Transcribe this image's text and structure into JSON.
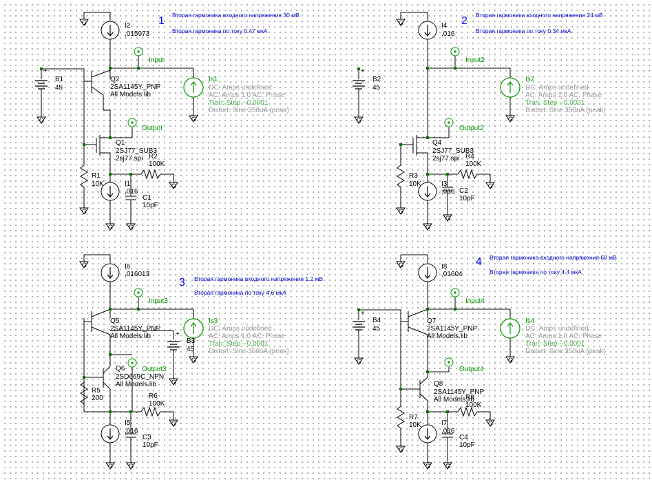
{
  "gnd_label": "G",
  "circuits": [
    {
      "number": "1",
      "note1": "Вторая гармоника входного напряжения 30 мВ",
      "note2": "Вторая гармоника по току 0.47 мкА",
      "input_net": "Input",
      "output_net": "Output",
      "battery": {
        "name": "B1",
        "value": "45"
      },
      "bias_current": {
        "name": "I2",
        "value": ",015973"
      },
      "q_top": {
        "name": "Q2",
        "part": "2SA1145Y_PNP",
        "lib": "All Models.lib"
      },
      "q_bottom": {
        "name": "Q1",
        "part": "2SJ77_SUB3",
        "lib": "2sj77.spi"
      },
      "r_left": {
        "name": "R1",
        "value": "10K"
      },
      "r_load": {
        "name": "R2",
        "value": "100K"
      },
      "i_bottom": {
        "name": "I1",
        "value": ",016"
      },
      "cap": {
        "name": "C1",
        "value": "10pF"
      },
      "source": {
        "name": "Is1",
        "dc": "DC: Amps undefined",
        "ac": "AC: Amps  1,0  AC: Phase",
        "tran": "Tran: Step  --0.0001",
        "distort": "Distort: Sine  350uA (peak)"
      }
    },
    {
      "number": "2",
      "note1": "Вторая гармоника  входного напряжения 24 мВ",
      "note2": "Вторая гармоника по току 0.34 мкА",
      "input_net": "Input2",
      "output_net": "Output2",
      "battery": {
        "name": "B2",
        "value": "45"
      },
      "bias_current": {
        "name": "I4",
        "value": ",016"
      },
      "q_top": null,
      "q_bottom": {
        "name": "Q4",
        "part": "2SJ77_SUB3",
        "lib": "2sj77.spi"
      },
      "r_left": {
        "name": "R3",
        "value": "10K"
      },
      "r_load": {
        "name": "R4",
        "value": "100K"
      },
      "i_bottom": {
        "name": "I3",
        "value": ",016"
      },
      "cap": {
        "name": "C2",
        "value": "10pF"
      },
      "source": {
        "name": "Is2",
        "dc": "DC: Amps undefined",
        "ac": "AC: Amps  1,0  AC: Phase",
        "tran": "Tran: Step  --0.0001",
        "distort": "Distort: Sine  350uA (peak)"
      }
    },
    {
      "number": "3",
      "note1": "Вторая гармоника  входного напряжения 1.2 мВ",
      "note2": "Вторая гармоника по току 4.6 мкА",
      "input_net": "Input3",
      "output_net": "Output3",
      "battery": {
        "name": "B3",
        "value": "45"
      },
      "bias_current": {
        "name": "I6",
        "value": ",016013"
      },
      "q_top": {
        "name": "Q5",
        "part": "2SA1145Y_PNP",
        "lib": "All Models.lib"
      },
      "q_bottom": {
        "name": "Q6",
        "part": "2SD669C_NPN",
        "lib": "All Models.lib"
      },
      "r_left": {
        "name": "R5",
        "value": "200"
      },
      "r_load": {
        "name": "R6",
        "value": "100K"
      },
      "i_bottom": {
        "name": "I5",
        "value": ",016"
      },
      "cap": {
        "name": "C3",
        "value": "10pF"
      },
      "source": {
        "name": "Is3",
        "dc": "DC: Amps undefined",
        "ac": "AC: Amps  1,0  AC: Phase",
        "tran": "Tran: Step  --0.0001",
        "distort": "Distort: Sine  350uA (peak)"
      }
    },
    {
      "number": "4",
      "note1": "Вторая гармоника  входного напряжения 60 мВ",
      "note2": "Вторая гармоника по току 4.4 мкА",
      "input_net": "Input4",
      "output_net": "Output4",
      "battery": {
        "name": "B4",
        "value": "45"
      },
      "bias_current": {
        "name": "I8",
        "value": ",01604"
      },
      "q_top": {
        "name": "Q7",
        "part": "2SA1145Y_PNP",
        "lib": "All Models.lib"
      },
      "q_bottom": {
        "name": "Q8",
        "part": "2SA1145Y_PNP",
        "lib": "All Models.lib"
      },
      "r_left": {
        "name": "R7",
        "value": "10K"
      },
      "r_load": {
        "name": "R8",
        "value": "100K"
      },
      "i_bottom": {
        "name": "I7",
        "value": ",016"
      },
      "cap": {
        "name": "C4",
        "value": "10pF"
      },
      "source": {
        "name": "Is4",
        "dc": "DC: Amps undefined",
        "ac": "AC: Amps  1,0  AC: Phase",
        "tran": "Tran: Step  --0.0001",
        "distort": "Distort: Sine  350uA (peak)"
      }
    }
  ]
}
